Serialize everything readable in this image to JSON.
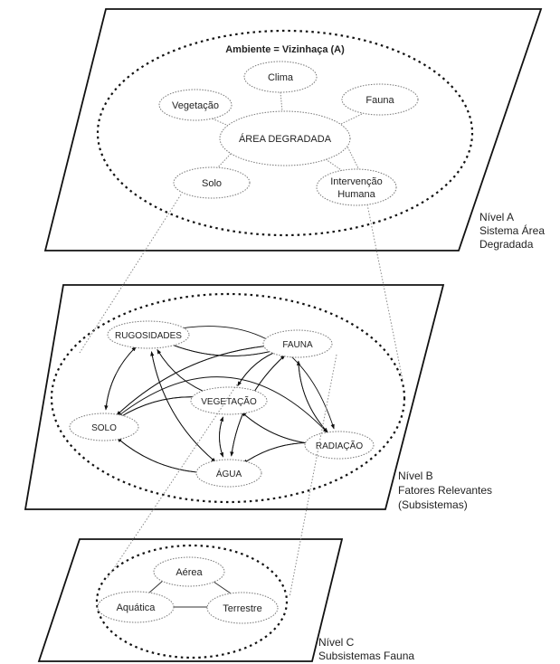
{
  "level_a": {
    "title": "Ambiente = Vizinhaça (A)",
    "center": "ÁREA DEGRADADA",
    "nodes": [
      "Clima",
      "Vegetação",
      "Fauna",
      "Solo",
      "Intervenção",
      "Humana"
    ],
    "label": [
      "Nível A",
      "Sistema Área",
      "Degradada"
    ]
  },
  "level_b": {
    "nodes": [
      "RUGOSIDADES",
      "FAUNA",
      "VEGETAÇÃO",
      "SOLO",
      "RADIAÇÃO",
      "ÁGUA"
    ],
    "label": [
      "Nível B",
      "Fatores Relevantes",
      "(Subsistemas)"
    ]
  },
  "level_c": {
    "nodes": [
      "Aérea",
      "Aquática",
      "Terrestre"
    ],
    "label": [
      "Nível C",
      "Subsistemas Fauna"
    ]
  }
}
